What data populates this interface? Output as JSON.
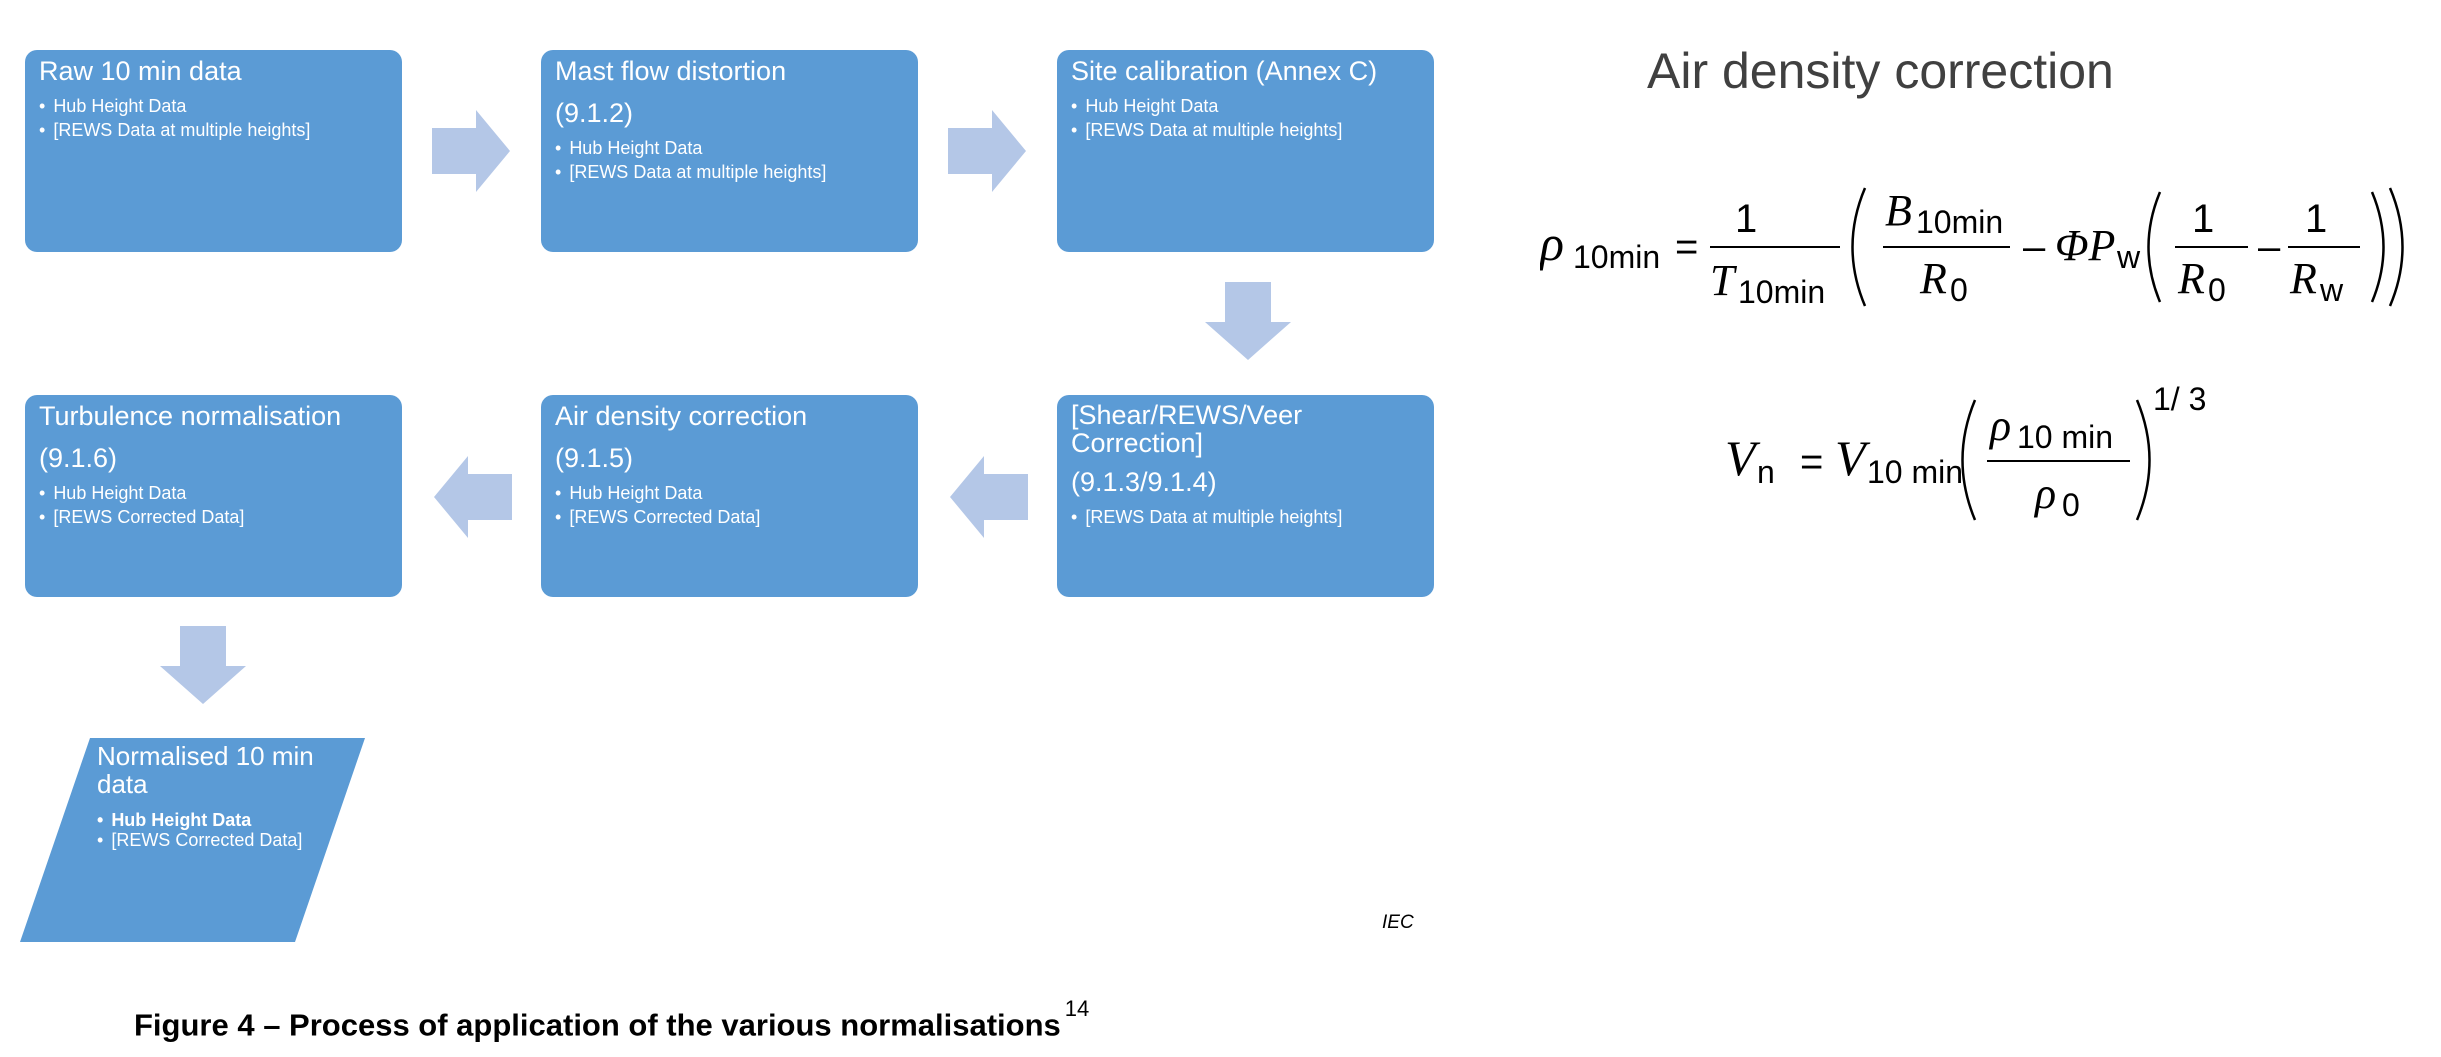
{
  "boxes": {
    "raw": {
      "title": "Raw 10 min data",
      "bullets": [
        "Hub Height Data",
        "[REWS Data at multiple heights]"
      ]
    },
    "mast": {
      "title": "Mast flow distortion",
      "sub": "(9.1.2)",
      "bullets": [
        "Hub Height Data",
        "[REWS Data at multiple heights]"
      ]
    },
    "site": {
      "title": "Site calibration (Annex C)",
      "bullets": [
        "Hub Height Data",
        "[REWS Data at multiple heights]"
      ]
    },
    "shear": {
      "title": "[Shear/REWS/Veer Correction]",
      "sub": "(9.1.3/9.1.4)",
      "bullets": [
        "[REWS Data at multiple heights]"
      ]
    },
    "air": {
      "title": "Air density correction",
      "sub": "(9.1.5)",
      "bullets": [
        "Hub Height Data",
        "[REWS Corrected Data]"
      ]
    },
    "turb": {
      "title": "Turbulence normalisation",
      "sub": "(9.1.6)",
      "bullets": [
        "Hub Height Data",
        "[REWS Corrected Data]"
      ]
    },
    "norm": {
      "title": "Normalised 10 min data",
      "bullets": [
        "Hub Height Data",
        "[REWS Corrected Data]"
      ]
    }
  },
  "iec_label": "IEC",
  "caption": {
    "text": "Figure 4 – Process of application of the various normalisations",
    "sup": "14"
  },
  "equations": {
    "title": "Air density correction",
    "rho": {
      "lhs": "ρ",
      "lhs_sub": "10min",
      "eq": "=",
      "one": "1",
      "T": "T",
      "T_sub": "10min",
      "B": "B",
      "B_sub": "10min",
      "R0": "R",
      "R0_sub": "0",
      "minus": "–",
      "phi": "ΦP",
      "phi_sub": "w",
      "Rw": "R",
      "Rw_sub": "w"
    },
    "vn": {
      "lhs": "V",
      "lhs_sub": "n",
      "eq": "=",
      "V": "V",
      "V_sub": "10 min",
      "rho": "ρ",
      "rho_sub": "10 min",
      "rho0": "ρ",
      "rho0_sub": "0",
      "exp": "1/ 3"
    }
  },
  "colors": {
    "box": "#5b9bd5",
    "arrow": "#b4c7e7"
  }
}
